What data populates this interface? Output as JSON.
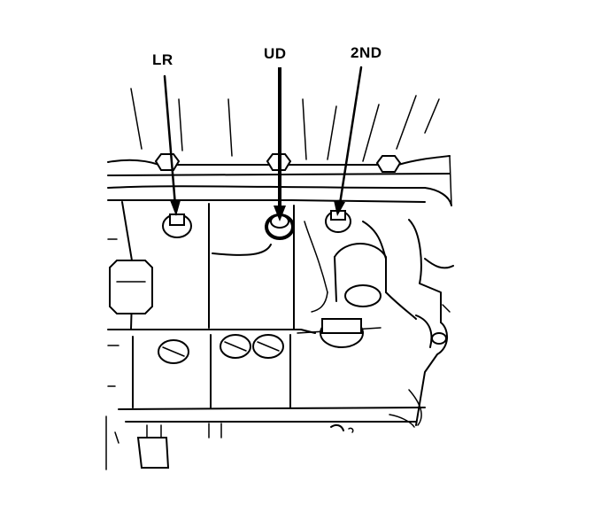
{
  "callouts": {
    "lr": "LR",
    "ud": "UD",
    "second": "2ND"
  }
}
